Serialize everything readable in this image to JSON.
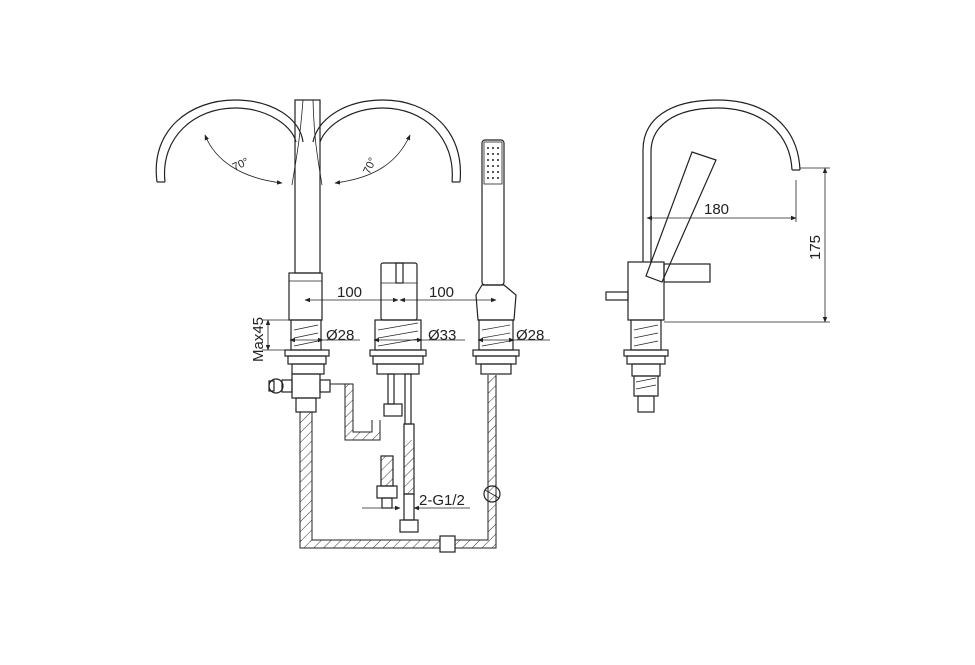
{
  "drawing": {
    "dimensions": {
      "spacing_left": "100",
      "spacing_right": "100",
      "hole_left": "Ø28",
      "hole_center": "Ø33",
      "hole_right": "Ø28",
      "max_deck": "Max45",
      "inlet_thread": "2-G1/2",
      "reach": "180",
      "height": "175"
    },
    "angles": {
      "left": "70°",
      "right": "70°"
    }
  }
}
